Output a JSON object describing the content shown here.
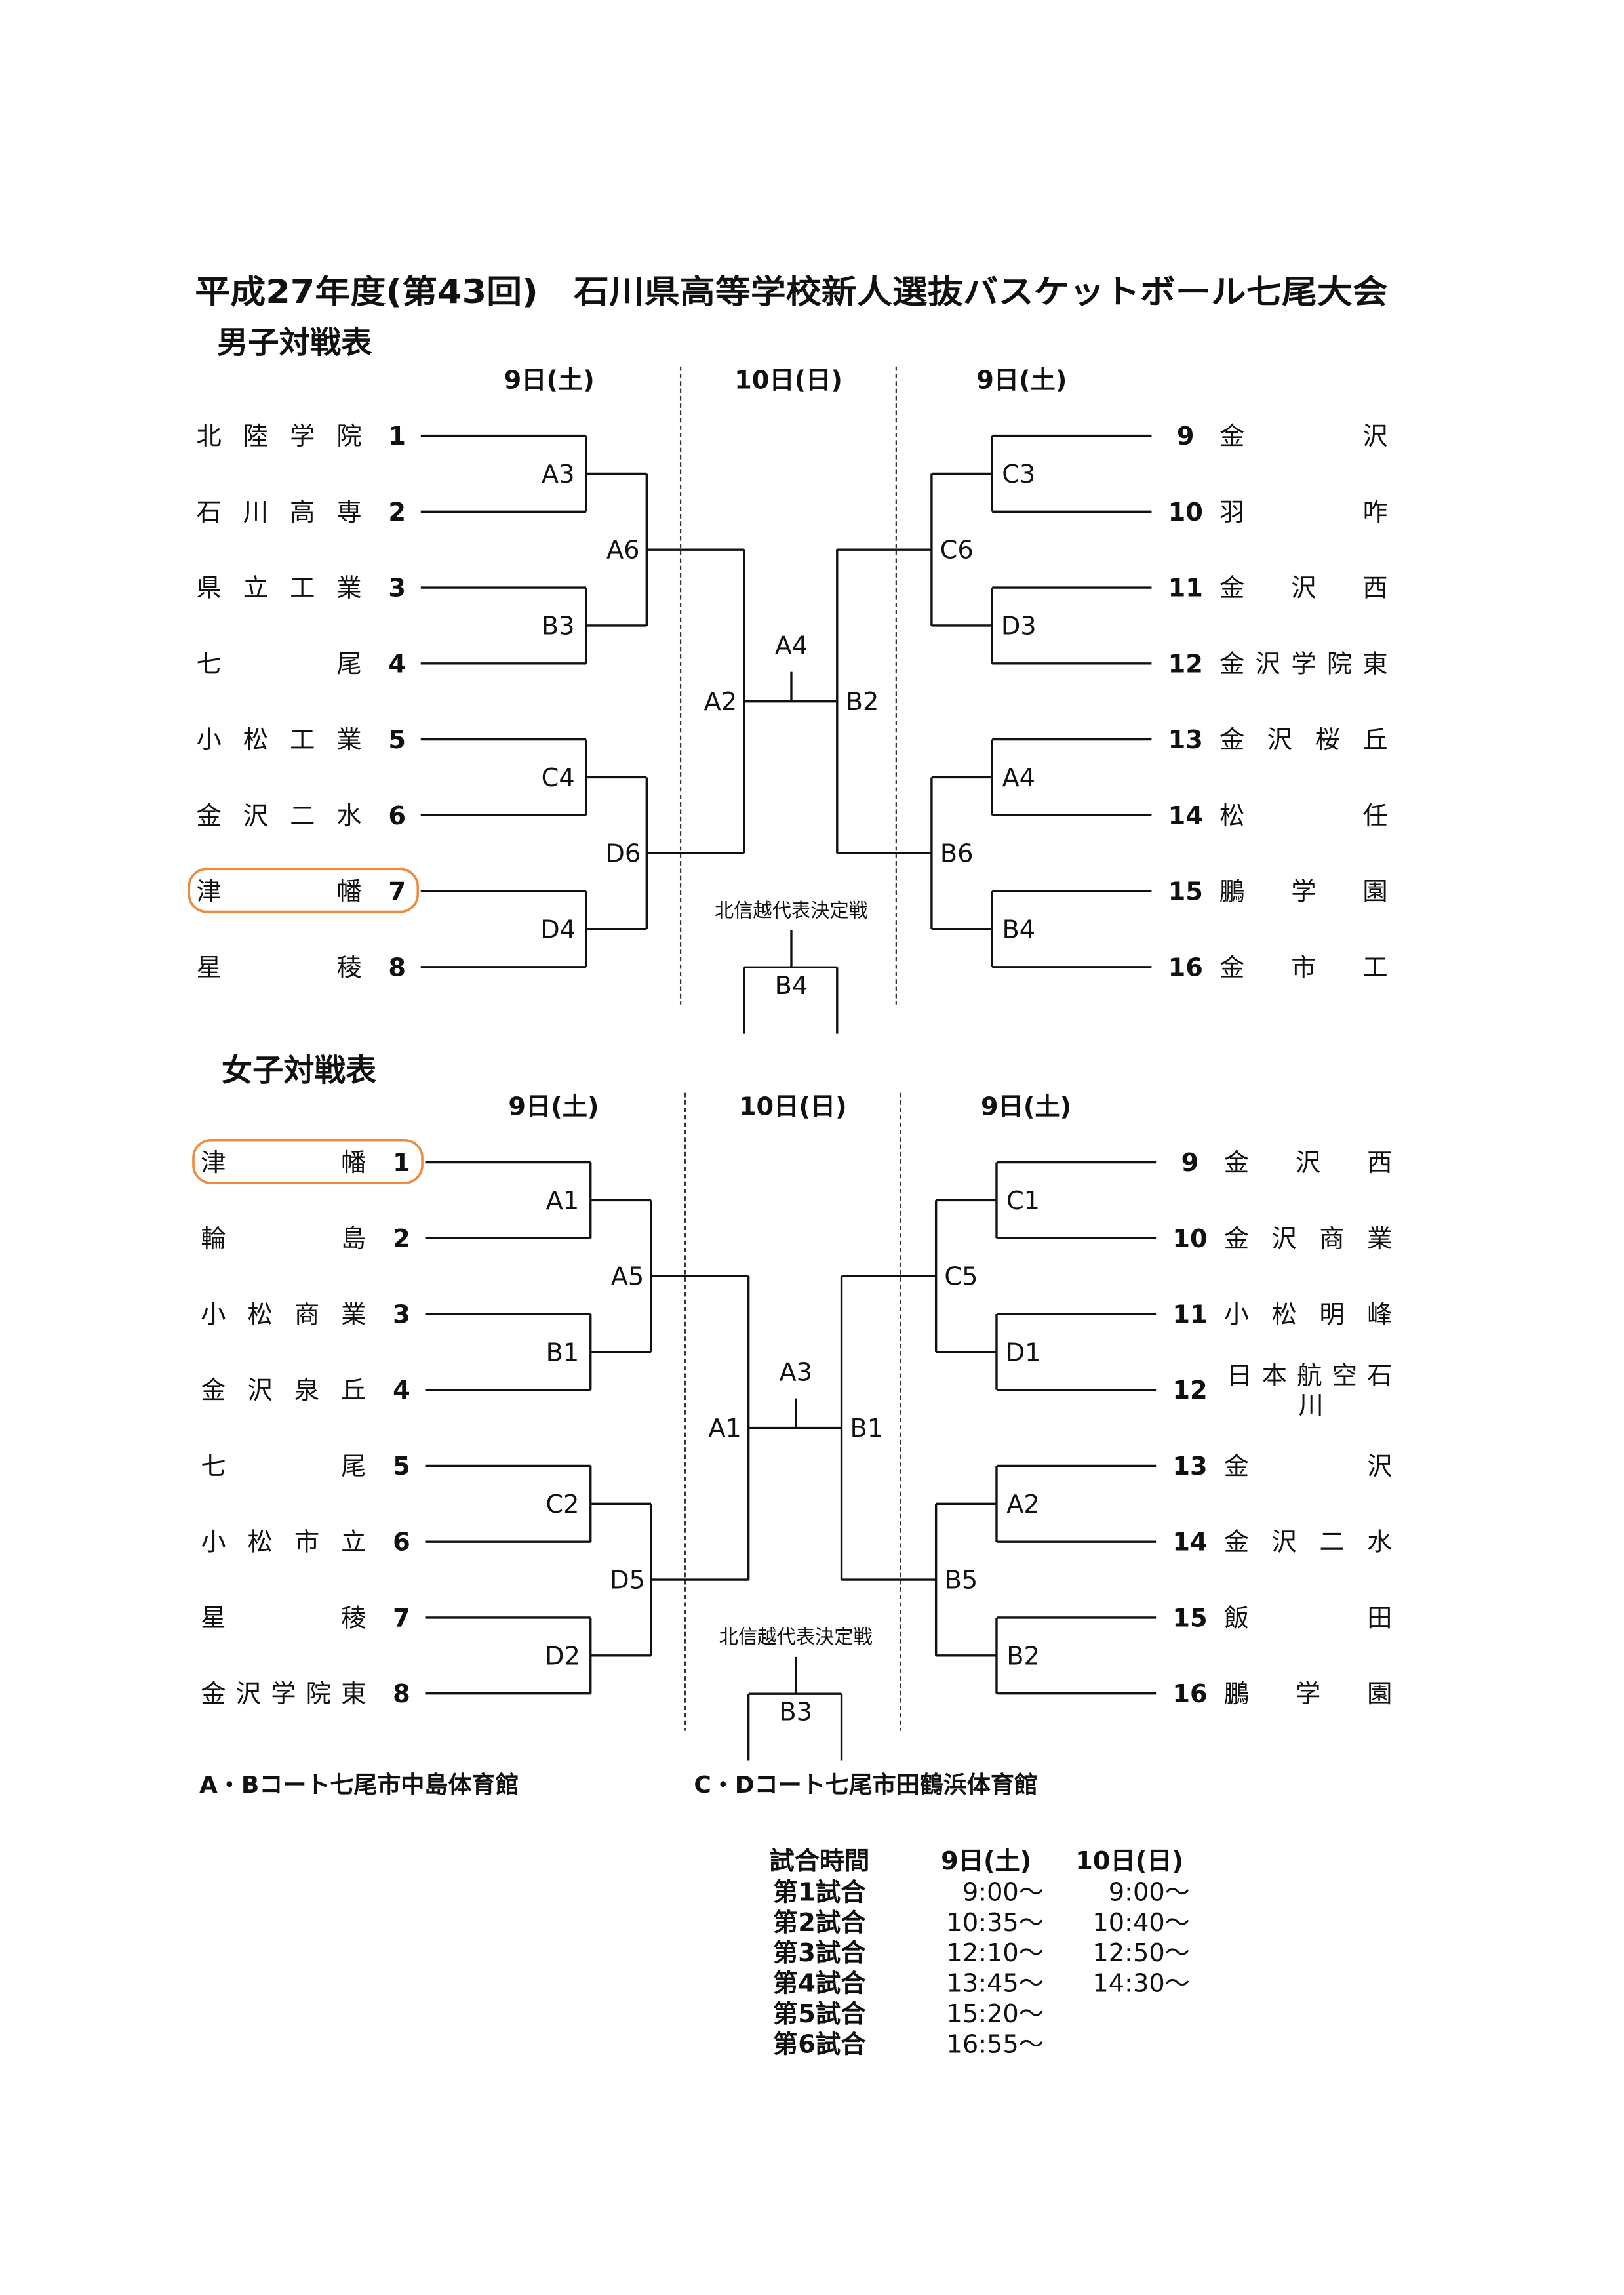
{
  "title": "平成27年度(第43回)　石川県高等学校新人選抜バスケットボール七尾大会",
  "brackets": [
    {
      "heading": "男子対戦表",
      "day_headers": [
        "9日(土)",
        "10日(日)",
        "9日(土)"
      ],
      "left_teams": [
        {
          "seed": "1",
          "name": "北陸学院"
        },
        {
          "seed": "2",
          "name": "石川高専"
        },
        {
          "seed": "3",
          "name": "県立工業"
        },
        {
          "seed": "4",
          "name": "七尾"
        },
        {
          "seed": "5",
          "name": "小松工業"
        },
        {
          "seed": "6",
          "name": "金沢二水"
        },
        {
          "seed": "7",
          "name": "津幡",
          "highlighted": true
        },
        {
          "seed": "8",
          "name": "星稜"
        }
      ],
      "right_teams": [
        {
          "seed": "9",
          "name": "金沢"
        },
        {
          "seed": "10",
          "name": "羽咋"
        },
        {
          "seed": "11",
          "name": "金沢西"
        },
        {
          "seed": "12",
          "name": "金沢学院東"
        },
        {
          "seed": "13",
          "name": "金沢桜丘"
        },
        {
          "seed": "14",
          "name": "松任"
        },
        {
          "seed": "15",
          "name": "鵬学園"
        },
        {
          "seed": "16",
          "name": "金市工"
        }
      ],
      "left_round1": [
        "A3",
        "B3",
        "C4",
        "D4"
      ],
      "left_round2": [
        "A6",
        "D6"
      ],
      "left_semi": "A2",
      "final": "A4",
      "right_semi": "B2",
      "right_round2": [
        "C6",
        "B6"
      ],
      "right_round1": [
        "C3",
        "D3",
        "A4",
        "B4"
      ],
      "playoff_label": "北信越代表決定戦",
      "playoff_game": "B4"
    },
    {
      "heading": "女子対戦表",
      "day_headers": [
        "9日(土)",
        "10日(日)",
        "9日(土)"
      ],
      "left_teams": [
        {
          "seed": "1",
          "name": "津幡",
          "highlighted": true
        },
        {
          "seed": "2",
          "name": "輪島"
        },
        {
          "seed": "3",
          "name": "小松商業"
        },
        {
          "seed": "4",
          "name": "金沢泉丘"
        },
        {
          "seed": "5",
          "name": "七尾"
        },
        {
          "seed": "6",
          "name": "小松市立"
        },
        {
          "seed": "7",
          "name": "星稜"
        },
        {
          "seed": "8",
          "name": "金沢学院東"
        }
      ],
      "right_teams": [
        {
          "seed": "9",
          "name": "金沢西"
        },
        {
          "seed": "10",
          "name": "金沢商業"
        },
        {
          "seed": "11",
          "name": "小松明峰"
        },
        {
          "seed": "12",
          "name": "日本航空石",
          "name_line2": "川"
        },
        {
          "seed": "13",
          "name": "金沢"
        },
        {
          "seed": "14",
          "name": "金沢二水"
        },
        {
          "seed": "15",
          "name": "飯田"
        },
        {
          "seed": "16",
          "name": "鵬学園"
        }
      ],
      "left_round1": [
        "A1",
        "B1",
        "C2",
        "D2"
      ],
      "left_round2": [
        "A5",
        "D5"
      ],
      "left_semi": "A1",
      "final": "A3",
      "right_semi": "B1",
      "right_round2": [
        "C5",
        "B5"
      ],
      "right_round1": [
        "C1",
        "D1",
        "A2",
        "B2"
      ],
      "playoff_label": "北信越代表決定戦",
      "playoff_game": "B3"
    }
  ],
  "venues": {
    "ab": "A・Bコート七尾市中島体育館",
    "cd": "C・Dコート七尾市田鶴浜体育館"
  },
  "schedule": {
    "header": [
      "試合時間",
      "9日(土)",
      "10日(日)"
    ],
    "rows": [
      [
        "第1試合",
        "9:00～",
        "9:00～"
      ],
      [
        "第2試合",
        "10:35～",
        "10:40～"
      ],
      [
        "第3試合",
        "12:10～",
        "12:50～"
      ],
      [
        "第4試合",
        "13:45～",
        "14:30～"
      ],
      [
        "第5試合",
        "15:20～",
        ""
      ],
      [
        "第6試合",
        "16:55～",
        ""
      ]
    ]
  },
  "colors": {
    "highlight": "#f08a3c",
    "ink": "#111111"
  }
}
